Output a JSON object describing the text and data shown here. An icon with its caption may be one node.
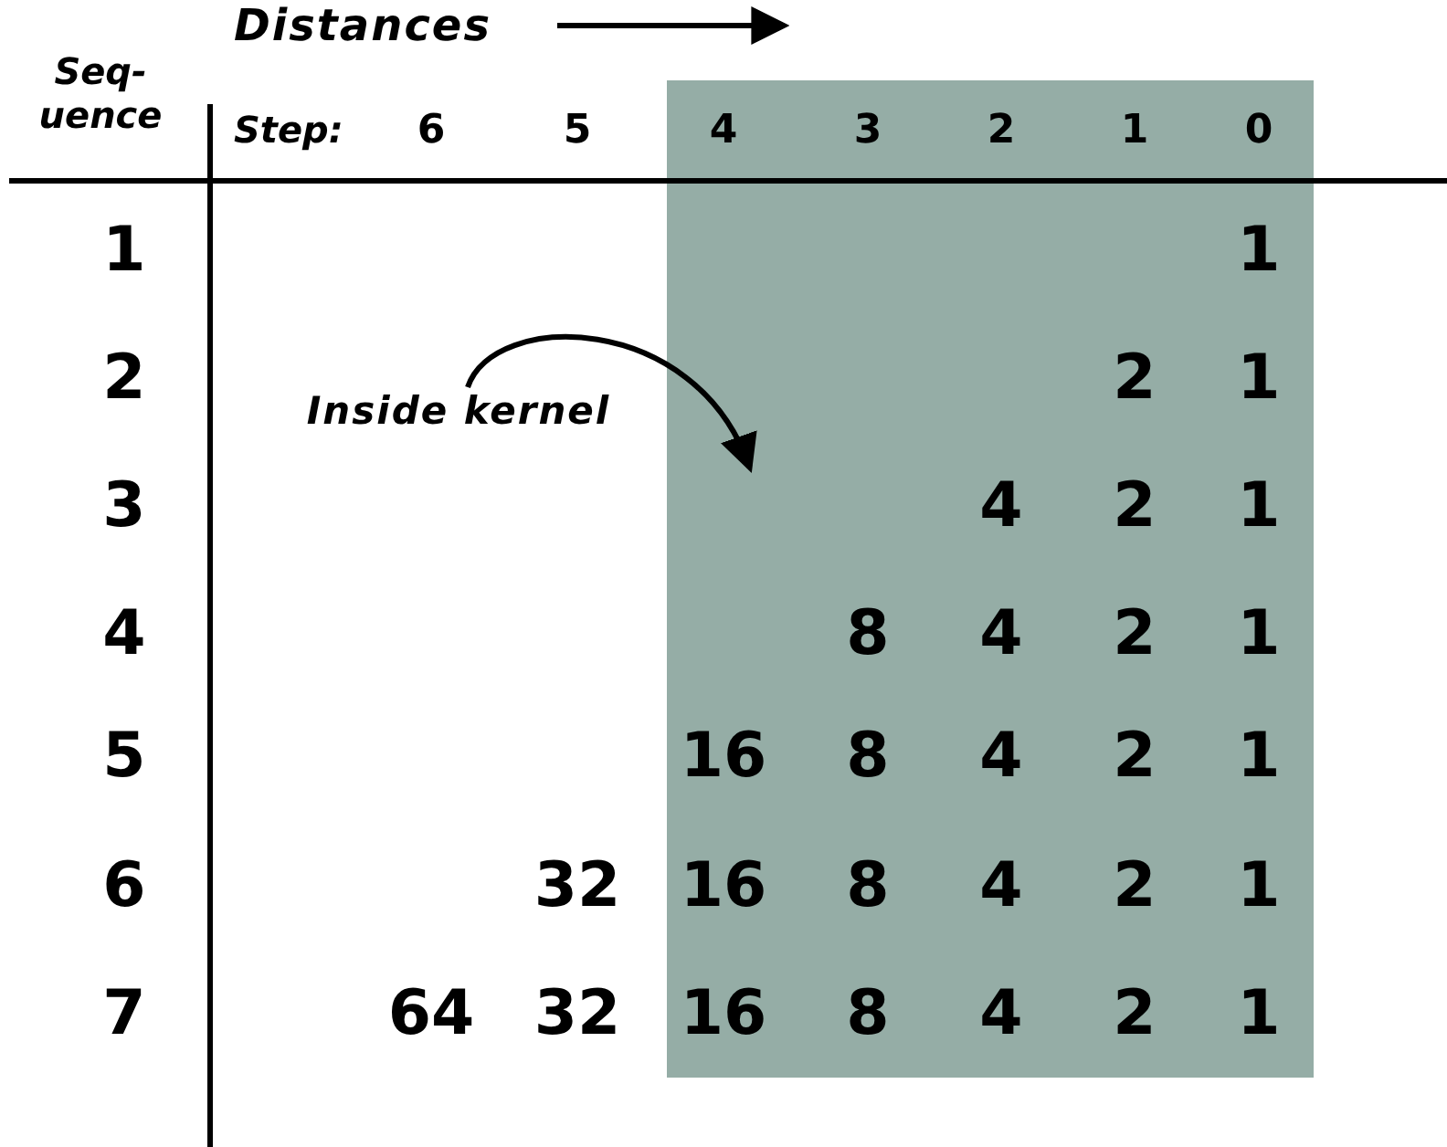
{
  "diagram": {
    "nodes": [
      {
        "text": [
          "Inside kernel"
        ]
      },
      {
        "text": [],
        "shape": "box"
      }
    ],
    "edges": [
      {
        "from": 0,
        "to": 1,
        "arrow": "to"
      }
    ],
    "labels": [
      "Distances",
      "Seq- uence",
      "Step:",
      "6",
      "5",
      "4",
      "3",
      "2",
      "1",
      "0",
      "1",
      "1",
      "2",
      "2",
      "1",
      "3",
      "4",
      "2",
      "1",
      "4",
      "8",
      "4",
      "2",
      "1",
      "5",
      "16",
      "8",
      "4",
      "2",
      "1",
      "6",
      "32",
      "16",
      "8",
      "4",
      "2",
      "1",
      "7",
      "64",
      "32",
      "16",
      "8",
      "4",
      "2",
      "1"
    ]
  }
}
